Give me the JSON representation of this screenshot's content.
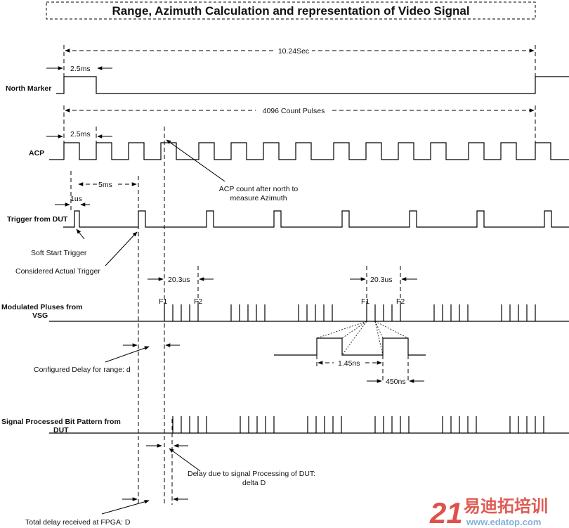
{
  "title": "Range, Azimuth Calculation and representation of Video Signal",
  "signals": {
    "north_marker": "North Marker",
    "acp": "ACP",
    "trigger": "Trigger from DUT",
    "modulated_line1": "Modulated Pluses from",
    "modulated_line2": "VSG",
    "processed_line1": "Signal Processed Bit Pattern from",
    "processed_line2": "DUT"
  },
  "measurements": {
    "period": "10.24Sec",
    "nm_width": "2.5ms",
    "count_pulses": "4096 Count Pulses",
    "acp_width": "2.5ms",
    "trigger_period": "5ms",
    "trigger_width": "1us",
    "window1": "20.3us",
    "window2": "20.3us",
    "pulse_spacing": "1.45ns",
    "pulse_width": "450ns"
  },
  "markers": {
    "f1_a": "F1",
    "f2_a": "F2",
    "f1_b": "F1",
    "f2_b": "F2"
  },
  "annotations": {
    "acp_count_line1": "ACP count after north to",
    "acp_count_line2": "measure Azimuth",
    "soft_start": "Soft Start Trigger",
    "actual_trigger": "Considered Actual Trigger",
    "configured_delay": "Configured Delay for range: d",
    "delta_line1": "Delay due to signal Processing of DUT:",
    "delta_line2": "delta D",
    "total_delay": "Total delay received at FPGA: D"
  },
  "watermark": {
    "number": "21",
    "text": "易迪拓培训",
    "url": "www.edatop.com"
  }
}
